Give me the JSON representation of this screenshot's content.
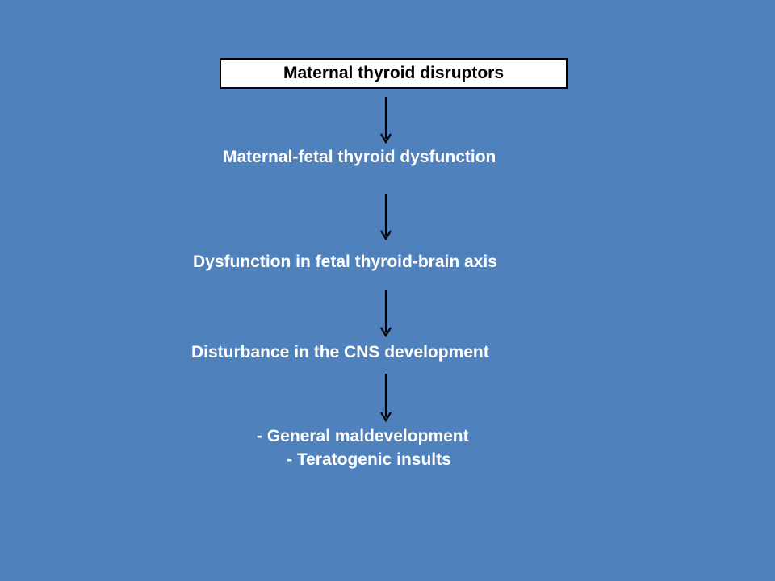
{
  "colors": {
    "background": "#4f81bd",
    "box_fill": "#ffffff",
    "box_border": "#000000",
    "box_text": "#000000",
    "node_text": "#ffffff",
    "arrow": "#000000"
  },
  "flowchart": {
    "nodes": [
      {
        "id": "maternal-thyroid-disruptors",
        "text": "Maternal thyroid disruptors",
        "boxed": true
      },
      {
        "id": "maternal-fetal-dysfunction",
        "text": "Maternal-fetal thyroid dysfunction",
        "boxed": false
      },
      {
        "id": "fetal-thyroid-brain-axis",
        "text": "Dysfunction in fetal thyroid-brain axis",
        "boxed": false
      },
      {
        "id": "cns-disturbance",
        "text": "Disturbance in the CNS development",
        "boxed": false
      },
      {
        "id": "outcomes",
        "lines": [
          "- General maldevelopment",
          "- Teratogenic insults"
        ],
        "boxed": false
      }
    ],
    "edges": [
      {
        "from": "maternal-thyroid-disruptors",
        "to": "maternal-fetal-dysfunction"
      },
      {
        "from": "maternal-fetal-dysfunction",
        "to": "fetal-thyroid-brain-axis"
      },
      {
        "from": "fetal-thyroid-brain-axis",
        "to": "cns-disturbance"
      },
      {
        "from": "cns-disturbance",
        "to": "outcomes"
      }
    ]
  }
}
